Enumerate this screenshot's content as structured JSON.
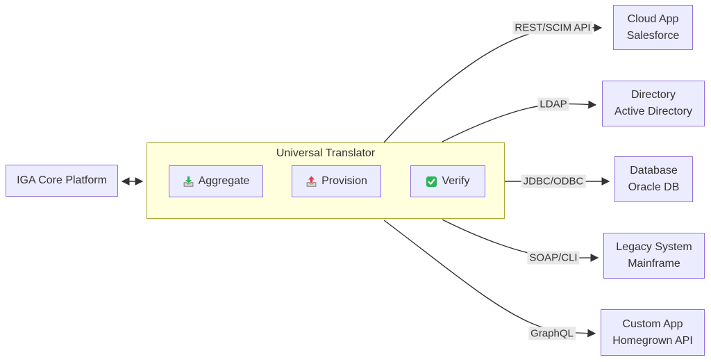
{
  "colors": {
    "canvas-bg": "#ffffff",
    "node-fill": "#ECECFF",
    "node-border": "#9370DB",
    "cluster-fill": "#FFFFDE",
    "cluster-border": "#AAAA33",
    "edge-line": "#333333",
    "edge-label-bg": "#e8e8e8",
    "text": "#333333",
    "icon-green": "#2fb457",
    "icon-red": "#e23d3d",
    "icon-tray-fill": "#d9d9d9",
    "icon-tray-stroke": "#7d7d7d"
  },
  "nodes": {
    "iga": {
      "label": "IGA Core Platform"
    },
    "translator": {
      "title": "Universal Translator",
      "functions": [
        {
          "label": "Aggregate",
          "icon": "inbox-tray-icon"
        },
        {
          "label": "Provision",
          "icon": "outbox-tray-icon"
        },
        {
          "label": "Verify",
          "icon": "check-mark-icon"
        }
      ]
    },
    "targets": [
      {
        "type": "Cloud App",
        "name": "Salesforce",
        "protocol": "REST/SCIM API"
      },
      {
        "type": "Directory",
        "name": "Active Directory",
        "protocol": "LDAP"
      },
      {
        "type": "Database",
        "name": "Oracle DB",
        "protocol": "JDBC/ODBC"
      },
      {
        "type": "Legacy System",
        "name": "Mainframe",
        "protocol": "SOAP/CLI"
      },
      {
        "type": "Custom App",
        "name": "Homegrown API",
        "protocol": "GraphQL"
      }
    ]
  }
}
